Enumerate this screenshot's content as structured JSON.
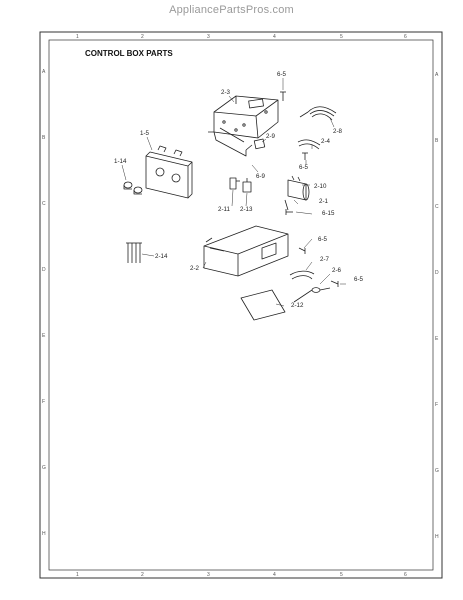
{
  "watermark": "AppliancePartsPros.com",
  "diagram": {
    "title": "CONTROL BOX PARTS",
    "top_edge_numbers": [
      "1",
      "2",
      "3",
      "4",
      "5",
      "6"
    ],
    "side_edge_letters": [
      "A",
      "B",
      "C",
      "D",
      "E",
      "F",
      "G",
      "H"
    ],
    "part_labels": {
      "p2_3": "2-3",
      "p6_5_top": "6-5",
      "p1_5": "1-5",
      "p2_9": "2-9",
      "p2_8": "2-8",
      "p2_4": "2-4",
      "p6_5_mid": "6-5",
      "p1_14": "1-14",
      "p6_9": "6-9",
      "p2_10": "2-10",
      "p2_11": "2-11",
      "p2_13": "2-13",
      "p2_1": "2-1",
      "p6_15": "6-15",
      "p6_5_right": "6-5",
      "p2_14": "2-14",
      "p2_7": "2-7",
      "p2_2": "2-2",
      "p2_6": "2-6",
      "p6_5_low": "6-5",
      "p2_12": "2-12"
    }
  }
}
